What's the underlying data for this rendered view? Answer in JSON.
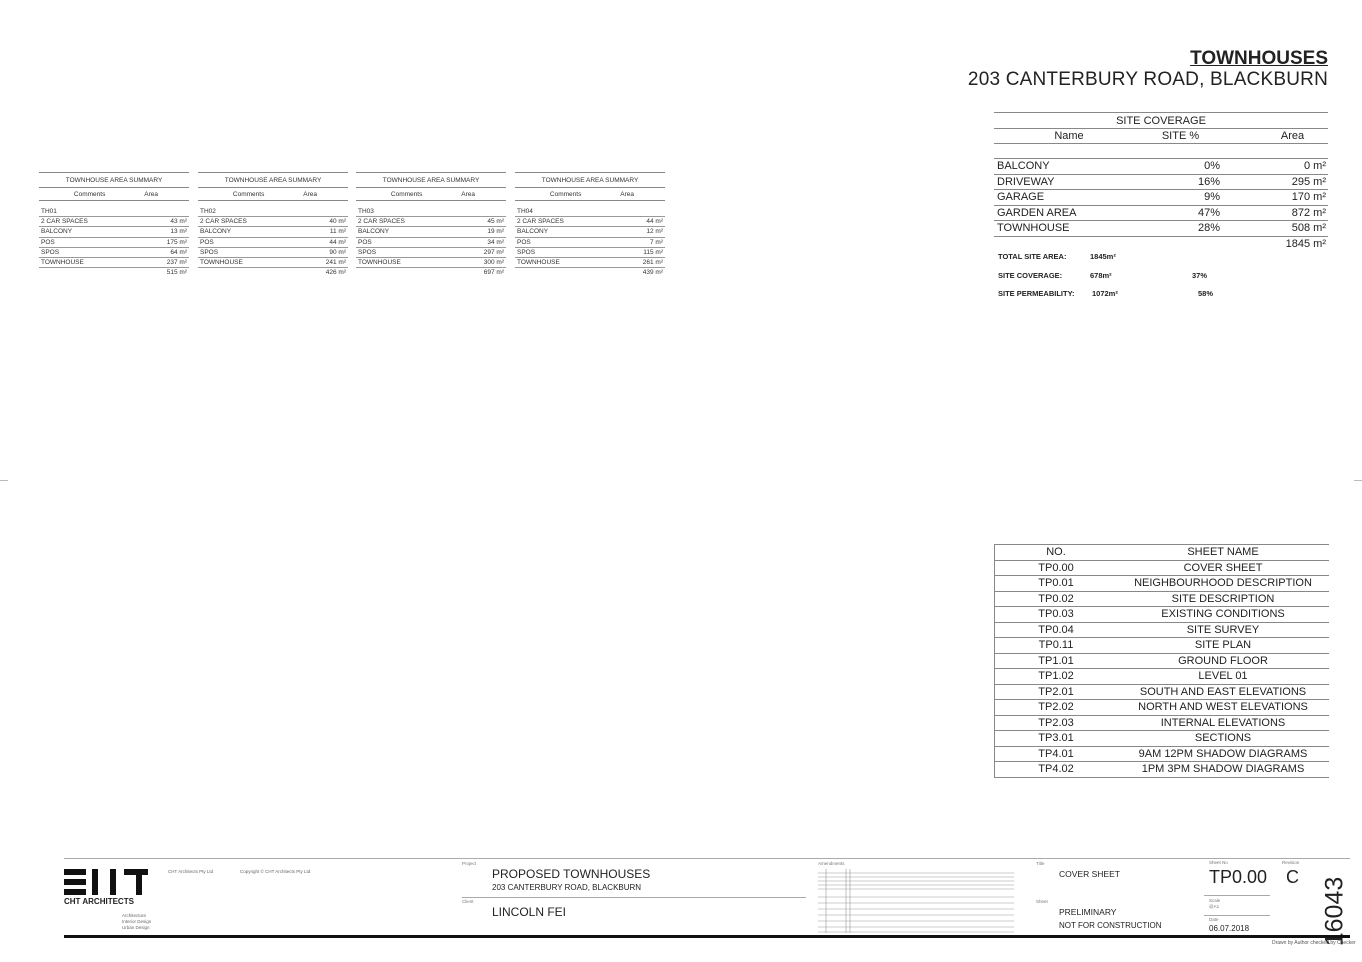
{
  "title": {
    "line1": "TOWNHOUSES",
    "line2": "203 CANTERBURY ROAD, BLACKBURN"
  },
  "summary_heading": "TOWNHOUSE AREA SUMMARY",
  "summary_cols": {
    "comments": "Comments",
    "area": "Area"
  },
  "summaries": [
    {
      "id": "TH01",
      "rows": [
        {
          "label": "2 CAR SPACES",
          "area": "43 m²"
        },
        {
          "label": "BALCONY",
          "area": "13 m²"
        },
        {
          "label": "POS",
          "area": "175 m²"
        },
        {
          "label": "SPOS",
          "area": "64 m²"
        },
        {
          "label": "TOWNHOUSE",
          "area": "237 m²"
        }
      ],
      "total": "515 m²"
    },
    {
      "id": "TH02",
      "rows": [
        {
          "label": "2 CAR SPACES",
          "area": "40 m²"
        },
        {
          "label": "BALCONY",
          "area": "11 m²"
        },
        {
          "label": "POS",
          "area": "44 m²"
        },
        {
          "label": "SPOS",
          "area": "90 m²"
        },
        {
          "label": "TOWNHOUSE",
          "area": "241 m²"
        }
      ],
      "total": "426 m²"
    },
    {
      "id": "TH03",
      "rows": [
        {
          "label": "2 CAR SPACES",
          "area": "45 m²"
        },
        {
          "label": "BALCONY",
          "area": "19 m²"
        },
        {
          "label": "POS",
          "area": "34 m²"
        },
        {
          "label": "SPOS",
          "area": "297 m²"
        },
        {
          "label": "TOWNHOUSE",
          "area": "300 m²"
        }
      ],
      "total": "697 m²"
    },
    {
      "id": "TH04",
      "rows": [
        {
          "label": "2 CAR SPACES",
          "area": "44 m²"
        },
        {
          "label": "BALCONY",
          "area": "12 m²"
        },
        {
          "label": "POS",
          "area": "7 m²"
        },
        {
          "label": "SPOS",
          "area": "115 m²"
        },
        {
          "label": "TOWNHOUSE",
          "area": "261 m²"
        }
      ],
      "total": "439 m²"
    }
  ],
  "coverage": {
    "heading": "SITE COVERAGE",
    "cols": {
      "name": "Name",
      "pct": "SITE %",
      "area": "Area"
    },
    "rows": [
      {
        "name": "BALCONY",
        "pct": "0%",
        "area": "0 m²"
      },
      {
        "name": "DRIVEWAY",
        "pct": "16%",
        "area": "295 m²"
      },
      {
        "name": "GARAGE",
        "pct": "9%",
        "area": "170 m²"
      },
      {
        "name": "GARDEN AREA",
        "pct": "47%",
        "area": "872 m²"
      },
      {
        "name": "TOWNHOUSE",
        "pct": "28%",
        "area": "508 m²"
      }
    ],
    "total": "1845 m²",
    "total_site_area_label": "TOTAL SITE AREA:",
    "total_site_area": "1845m²",
    "site_coverage_label": "SITE COVERAGE:",
    "site_coverage_area": "678m²",
    "site_coverage_pct": "37%",
    "site_permeability_label": "SITE PERMEABILITY:",
    "site_permeability_area": "1072m²",
    "site_permeability_pct": "58%"
  },
  "sheets": {
    "col_no": "NO.",
    "col_name": "SHEET NAME",
    "rows": [
      {
        "no": "TP0.00",
        "name": "COVER SHEET"
      },
      {
        "no": "TP0.01",
        "name": "NEIGHBOURHOOD DESCRIPTION"
      },
      {
        "no": "TP0.02",
        "name": "SITE DESCRIPTION"
      },
      {
        "no": "TP0.03",
        "name": "EXISTING CONDITIONS"
      },
      {
        "no": "TP0.04",
        "name": "SITE SURVEY"
      },
      {
        "no": "TP0.11",
        "name": "SITE PLAN"
      },
      {
        "no": "TP1.01",
        "name": "GROUND FLOOR"
      },
      {
        "no": "TP1.02",
        "name": "LEVEL 01"
      },
      {
        "no": "TP2.01",
        "name": "SOUTH AND EAST ELEVATIONS"
      },
      {
        "no": "TP2.02",
        "name": "NORTH AND WEST ELEVATIONS"
      },
      {
        "no": "TP2.03",
        "name": "INTERNAL ELEVATIONS"
      },
      {
        "no": "TP3.01",
        "name": "SECTIONS"
      },
      {
        "no": "TP4.01",
        "name": "9AM 12PM SHADOW DIAGRAMS"
      },
      {
        "no": "TP4.02",
        "name": "1PM 3PM SHADOW DIAGRAMS"
      }
    ]
  },
  "titleblock": {
    "firm": "CHT ARCHITECTS",
    "firm_pty": "CHT Architects Pty Ltd",
    "firm_lines": [
      "Architecture",
      "Interior Design",
      "Urban Design"
    ],
    "copyright_heading": "Copyright © CHT Architects Pty Ltd",
    "project_label": "Project",
    "project_name": "PROPOSED TOWNHOUSES",
    "project_address": "203 CANTERBURY ROAD, BLACKBURN",
    "client_label": "Client",
    "client_name": "LINCOLN FEI",
    "amendments_label": "Amendments",
    "title_label": "Title",
    "sheet_title": "COVER SHEET",
    "sheet_label": "Sheet",
    "status1": "PRELIMINARY",
    "status2": "NOT FOR CONSTRUCTION",
    "sheet_no_label": "Sheet No",
    "sheet_no": "TP0.00",
    "revision_label": "Revision",
    "revision": "C",
    "scale_label": "Scale",
    "scale": "@A1",
    "date_label": "Date",
    "date": "06.07.2018",
    "job_no": "16043",
    "drawn_by": "Drawn by Author checked by Checker"
  },
  "colors": {
    "line": "#888888",
    "text": "#222222",
    "bar": "#111111"
  }
}
